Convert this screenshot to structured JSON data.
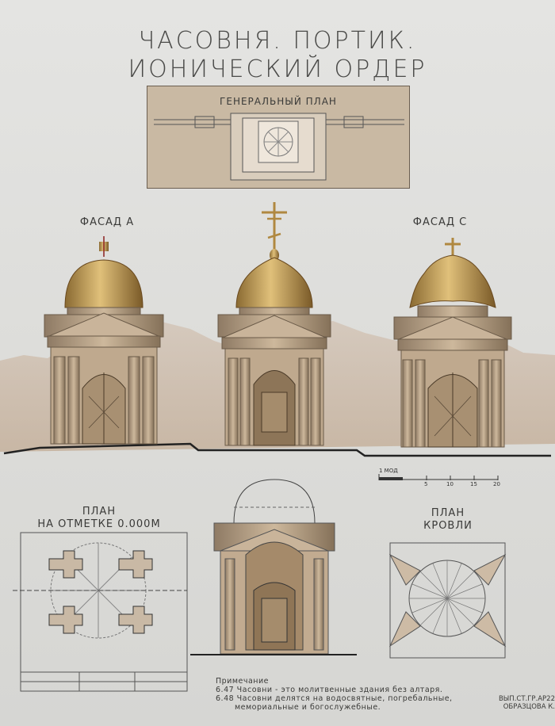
{
  "title": {
    "line1": "ЧАСОВНЯ. ПОРТИК.",
    "line2": "ИОНИЧЕСКИЙ ОРДЕР"
  },
  "general_plan": {
    "label": "ГЕНЕРАЛЬНЫЙ ПЛАН"
  },
  "facade_a": {
    "label": "ФАСАД А"
  },
  "facade_c": {
    "label": "ФАСАД С"
  },
  "plan_ground": {
    "label_line1": "ПЛАН",
    "label_line2": "НА ОТМЕТКЕ 0.000М"
  },
  "plan_roof": {
    "label_line1": "ПЛАН",
    "label_line2": "КРОВЛИ"
  },
  "scale_bar": {
    "label": "1 МОД",
    "ticks": [
      "5",
      "10",
      "15",
      "20"
    ]
  },
  "note": {
    "heading": "Примечание",
    "line1": "6.47  Часовни - это молитвенные здания без алтаря.",
    "line2": "6.48  Часовни делятся на водосвятные, погребальные,",
    "line3": "мемориальные и богослужебные."
  },
  "signature": {
    "line1": "ВЫП.СТ.ГР.АР22",
    "line2": "ОБРАЗЦОВА К."
  },
  "colors": {
    "gold": "#c8a055",
    "gold_dark": "#8a6a32",
    "stone": "#b9a38a",
    "stone_dark": "#7d6a55",
    "ink": "#3a3a38",
    "landscape": "#c9b6a4"
  }
}
